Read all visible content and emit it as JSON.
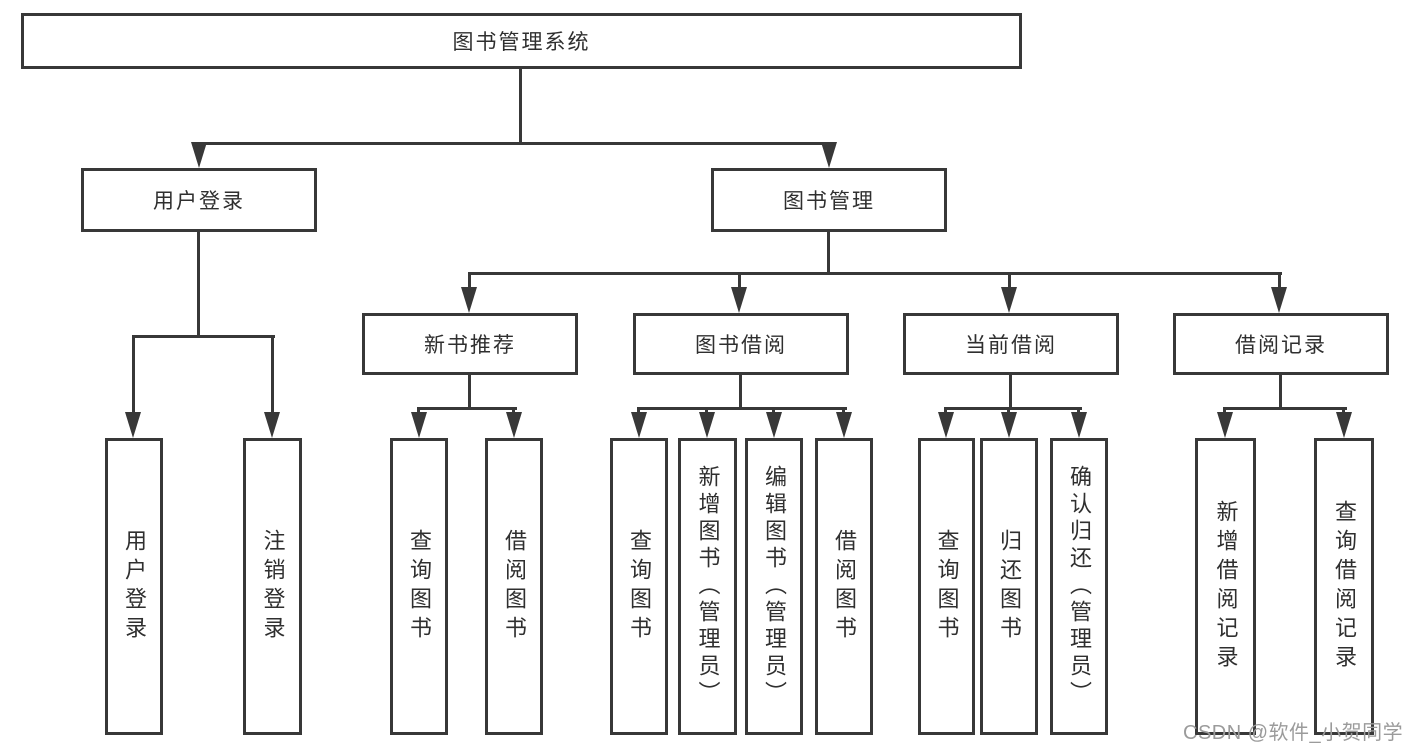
{
  "nodes": {
    "root": "图书管理系统",
    "user_login": "用户登录",
    "book_management": "图书管理",
    "new_book_recommend": "新书推荐",
    "book_borrowing": "图书借阅",
    "current_borrowing": "当前借阅",
    "borrowing_records": "借阅记录",
    "leaf_user_login": "用户登录",
    "leaf_logout": "注销登录",
    "leaf_nb_query_books": "查询图书",
    "leaf_nb_borrow_books": "借阅图书",
    "leaf_bb_query_books": "查询图书",
    "leaf_bb_add_books_admin": "新增图书（管理员）",
    "leaf_bb_edit_books_admin": "编辑图书（管理员）",
    "leaf_bb_borrow_books": "借阅图书",
    "leaf_cb_query_books": "查询图书",
    "leaf_cb_return_books": "归还图书",
    "leaf_cb_confirm_return_admin": "确认归还（管理员）",
    "leaf_br_add_record": "新增借阅记录",
    "leaf_br_query_record": "查询借阅记录"
  },
  "watermark": "CSDN @软件_小贺同学",
  "colors": {
    "line": "#383838",
    "text": "#2f2f2f",
    "watermark": "#9b9b9b",
    "background": "#ffffff"
  }
}
